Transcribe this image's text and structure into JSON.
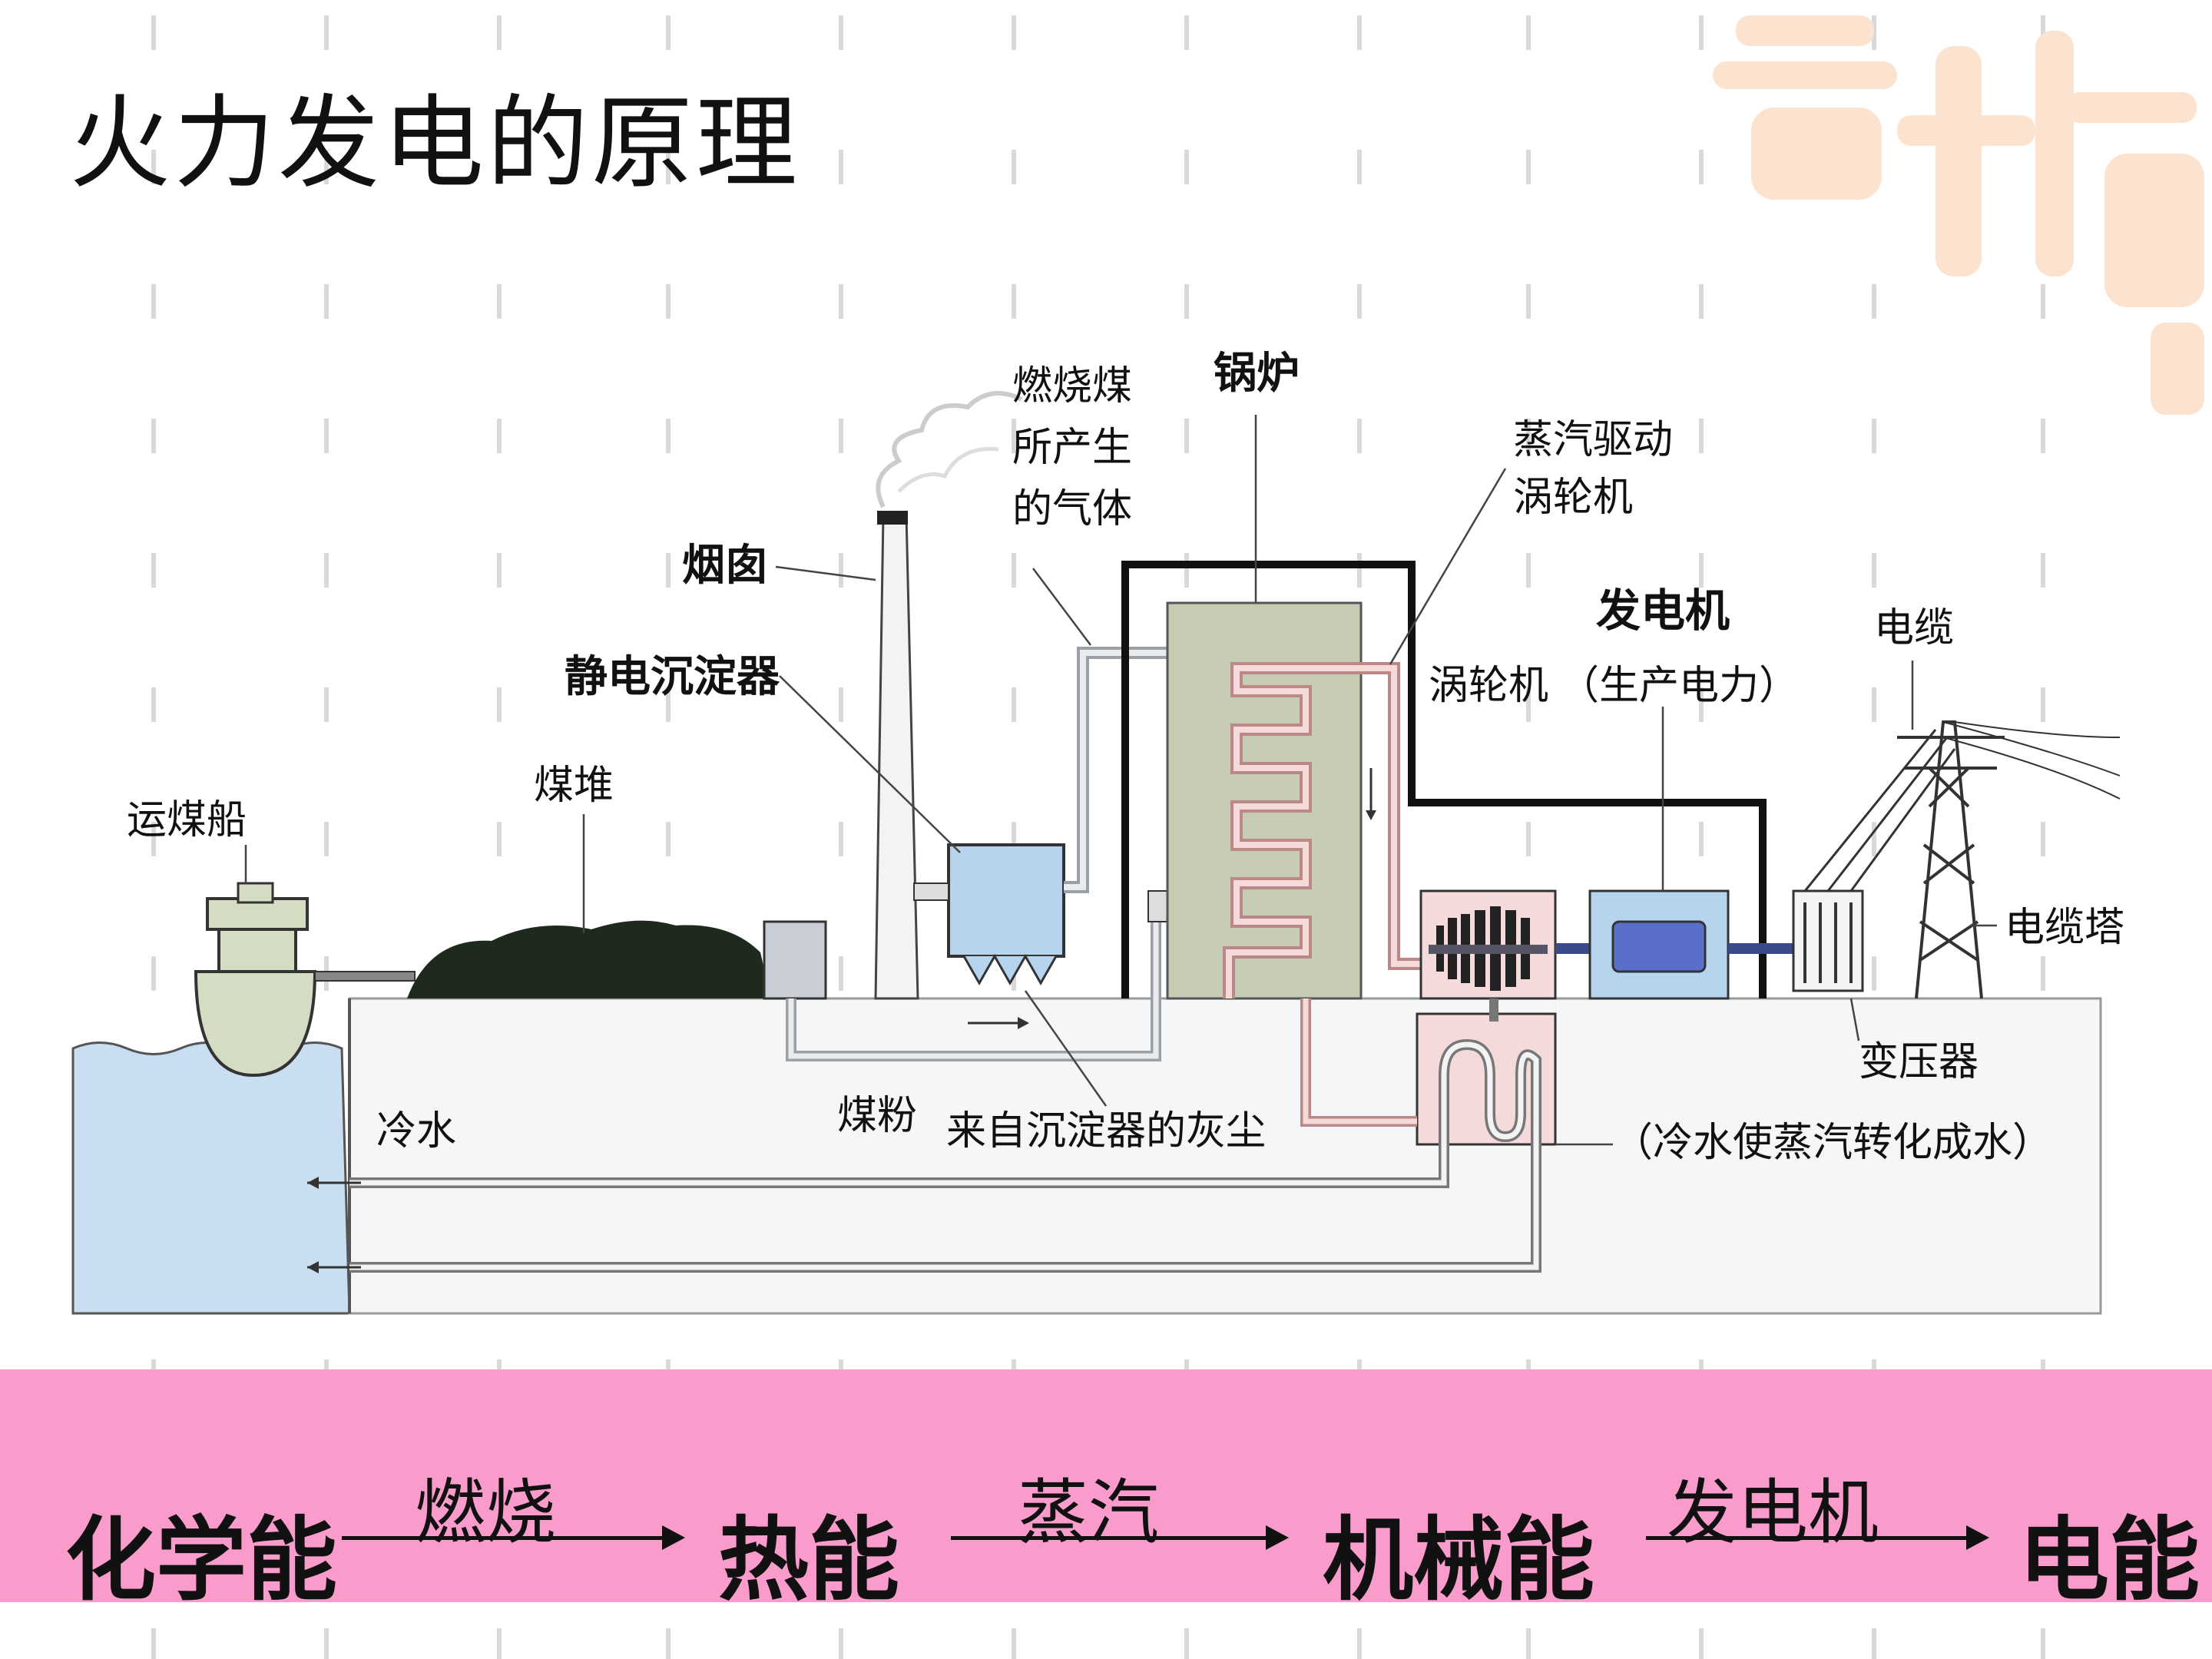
{
  "title": "火力发电的原理",
  "labels": {
    "ship": "运煤船",
    "coal_pile": "煤堆",
    "chimney": "烟囱",
    "precipitator": "静电沉淀器",
    "gas": [
      "燃烧煤",
      "所产生",
      "的气体"
    ],
    "boiler": "锅炉",
    "steam_turbine": [
      "蒸汽驱动",
      "涡轮机"
    ],
    "generator": "发电机",
    "turbine": "涡轮机",
    "produce_power": "（生产电力）",
    "cable": "电缆",
    "tower": "电缆塔",
    "transformer": "变压器",
    "cold_water": "冷水",
    "coal_powder": "煤粉",
    "ash": "来自沉淀器的灰尘",
    "condenser": "（冷水使蒸汽转化成水）"
  },
  "flow": {
    "stages": [
      "化学能",
      "热能",
      "机械能",
      "电能"
    ],
    "steps": [
      "燃烧",
      "蒸汽",
      "发电机"
    ]
  },
  "colors": {
    "band": "#f99ccb",
    "water": "#c9dff1",
    "boiler": "#c5ccb3",
    "precipitator": "#b7d4ef",
    "pipe": "#e7b7b7",
    "coal": "#1d2a1d",
    "watermark": "#fbe3cf"
  }
}
